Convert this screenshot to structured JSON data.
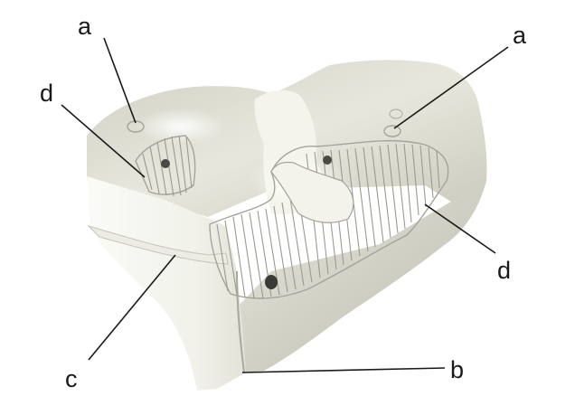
{
  "labels": {
    "a_left": "a",
    "a_right": "a",
    "b": "b",
    "c": "c",
    "d_left": "d",
    "d_right": "d"
  },
  "colors": {
    "background": "#ffffff",
    "bone_light": "#f2f2ea",
    "bone_mid": "#dcdcd0",
    "bone_shadow": "#b8b8ac",
    "leader_line": "#1a1a1a"
  }
}
